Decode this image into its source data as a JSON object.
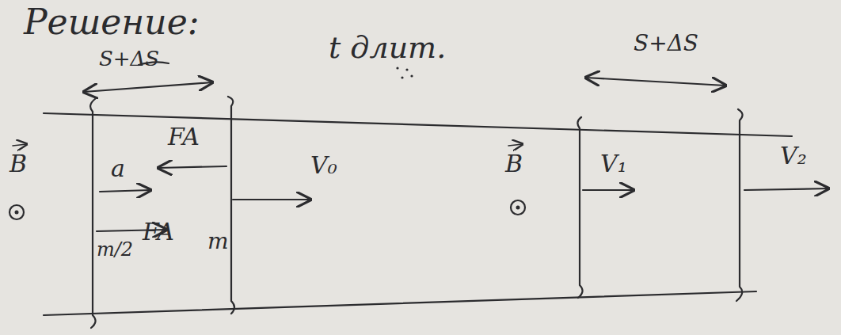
{
  "diagram": {
    "labels": [
      "Решение:",
      "S+ΔS",
      "t длит.",
      "S+ΔS",
      "B",
      "a",
      "FA",
      "V₀",
      "B",
      "V₁",
      "V₂",
      "FA",
      "m/2",
      "m"
    ]
  }
}
